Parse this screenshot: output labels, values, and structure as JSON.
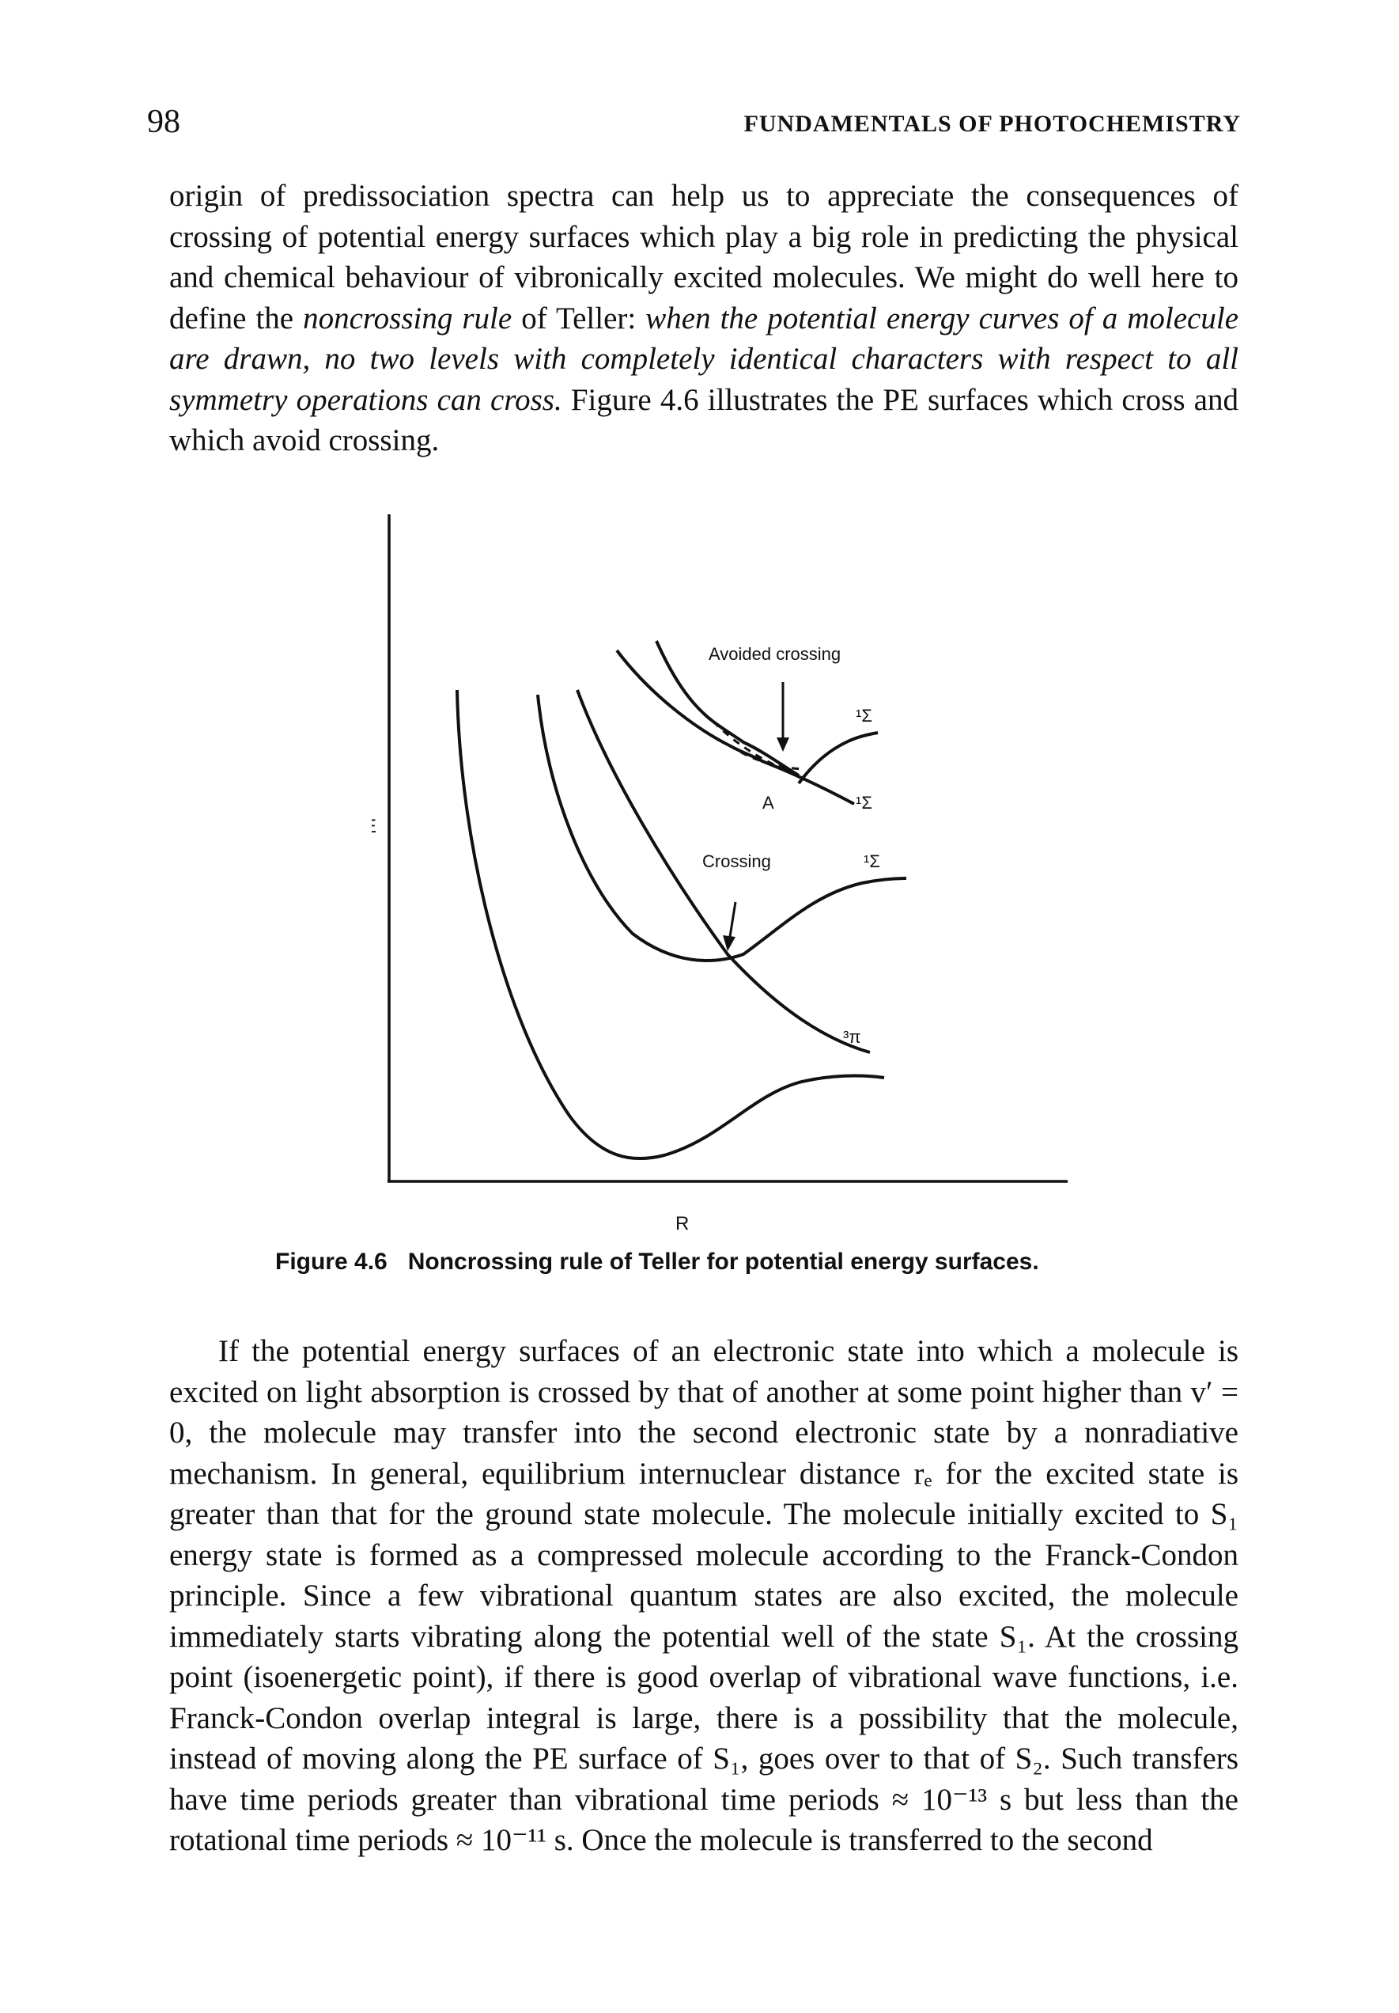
{
  "header": {
    "page_number": "98",
    "running_title": "FUNDAMENTALS OF PHOTOCHEMISTRY"
  },
  "body": {
    "para1_a": "origin of predissociation spectra can help us to appreciate the consequences of crossing of potential energy surfaces which play a big role in predicting the physical and chemical behaviour of vibronically excited molecules. We might do well here to define the ",
    "para1_term": "noncrossing rule",
    "para1_b": " of Teller: ",
    "para1_rule": "when the potential energy curves of a molecule are drawn, no two levels with completely identical characters with respect to all symmetry operations can cross.",
    "para1_c": " Figure 4.6 illustrates the PE surfaces which cross and which avoid crossing.",
    "para2": "If the potential energy surfaces of an electronic state into which a molecule is excited on light absorption is crossed by that of another at some point higher than v′ = 0, the molecule may transfer into the second electronic state by a nonradiative mechanism. In general, equilibrium internuclear distance rₑ for the excited state is greater than that for the ground state molecule. The molecule initially excited to S₁ energy state is formed as a compressed molecule according to the Franck-Condon principle. Since a few vibrational quantum states are also excited, the molecule immediately starts vibrating along the potential well of the state S₁. At the crossing point (isoenergetic point), if there is good overlap of vibrational wave functions, i.e. Franck-Condon overlap integral is large, there is a possibility that the molecule, instead of moving along the PE surface of S₁, goes over to that of S₂. Such transfers have time periods greater than vibrational time periods ≈ 10⁻¹³ s but less than the rotational time periods ≈ 10⁻¹¹ s. Once the molecule is transferred to the second"
  },
  "figure": {
    "y_axis_label": "E",
    "x_axis_label": "R",
    "avoided_label": "Avoided crossing",
    "crossing_label": "Crossing",
    "point_a_label": "A",
    "state_1sigma_upper": "¹Σ",
    "state_1sigma_lower": "¹Σ",
    "state_1sigma_crossing": "¹Σ",
    "state_3pi": "³π",
    "caption_number": "Figure 4.6",
    "caption_text": "Noncrossing rule of Teller for potential energy surfaces."
  }
}
